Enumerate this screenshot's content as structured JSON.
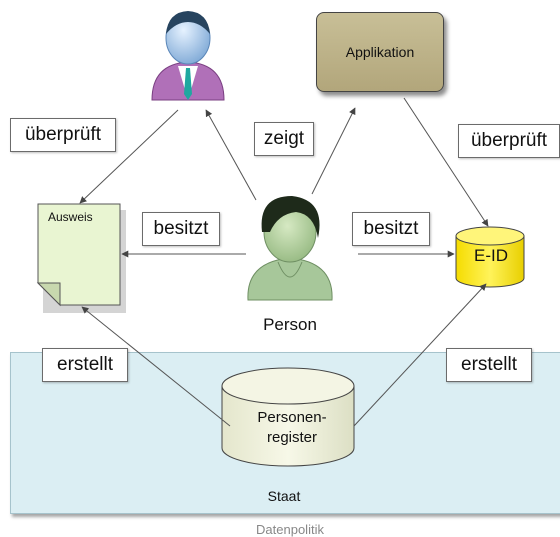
{
  "nodes": {
    "applikation": "Applikation",
    "ausweis": "Ausweis",
    "person": "Person",
    "eid": "E-ID",
    "register_line1": "Personen-",
    "register_line2": "register",
    "staat": "Staat"
  },
  "edges": {
    "verifier_ausweis": "überprüft",
    "person_zeigt": "zeigt",
    "app_eid": "überprüft",
    "person_ausweis": "besitzt",
    "person_eid": "besitzt",
    "register_ausweis": "erstellt",
    "register_eid": "erstellt"
  },
  "footer": "Datenpolitik",
  "colors": {
    "staat_panel": "#dbeef3",
    "applikation_box": "#bdb38a",
    "ausweis_doc": "#e9f5d2",
    "eid_cylinder": "#ffef00",
    "register_cylinder": "#f0f2dc"
  }
}
